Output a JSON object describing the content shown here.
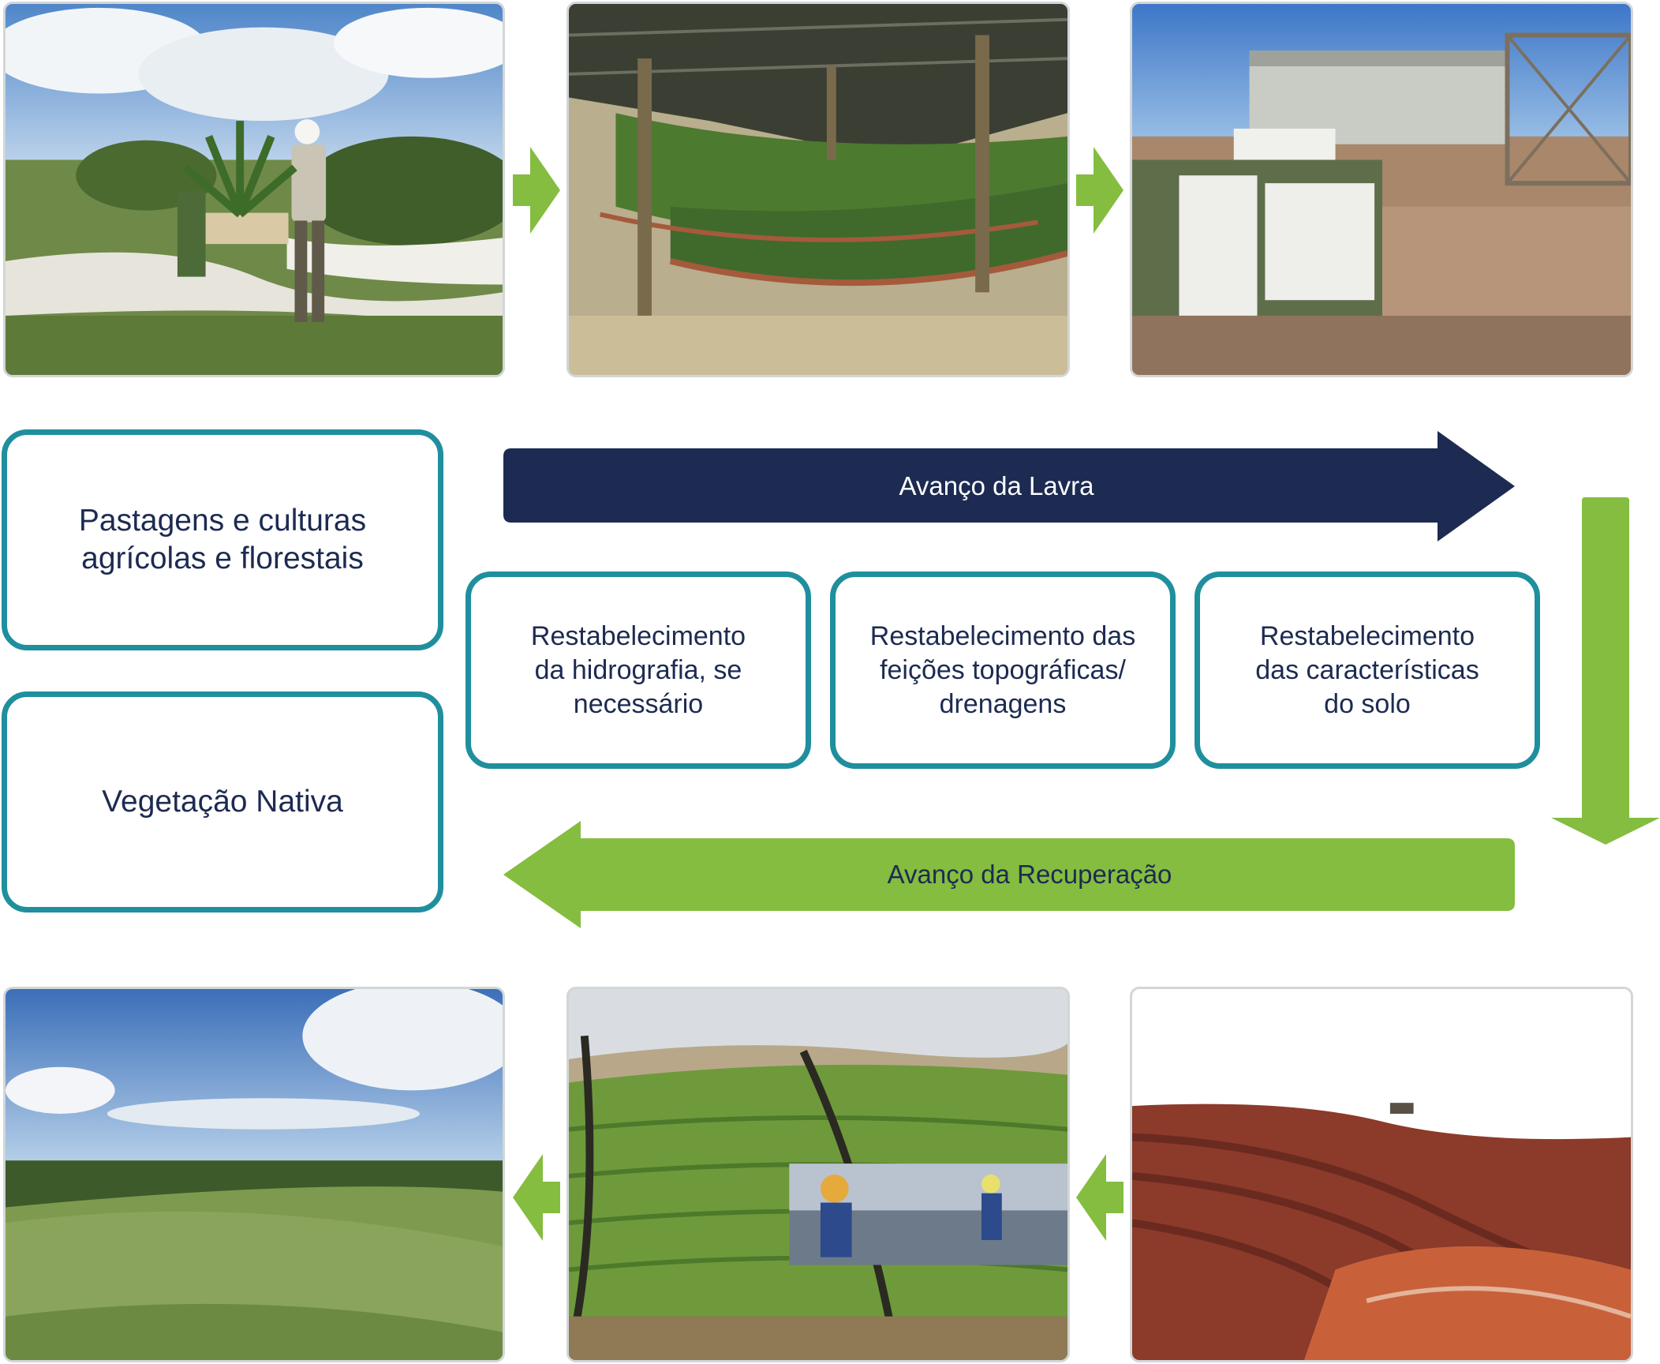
{
  "flow": {
    "mining_advance_label": "Avanço da Lavra",
    "recovery_advance_label": "Avanço da Recuperação"
  },
  "land_use_boxes": [
    {
      "label": "Pastagens e culturas\nagrícolas e florestais"
    },
    {
      "label": "Vegetação Nativa"
    }
  ],
  "restoration_steps": [
    {
      "label": "Restabelecimento\nda hidrografia, se\nnecessário"
    },
    {
      "label": "Restabelecimento das\nfeições topográficas/\ndrenagens"
    },
    {
      "label": "Restabelecimento\ndas características\ndo solo"
    }
  ],
  "colors": {
    "navy": "#1d2b52",
    "green": "#84bd3f",
    "teal": "#1f8f9d"
  }
}
